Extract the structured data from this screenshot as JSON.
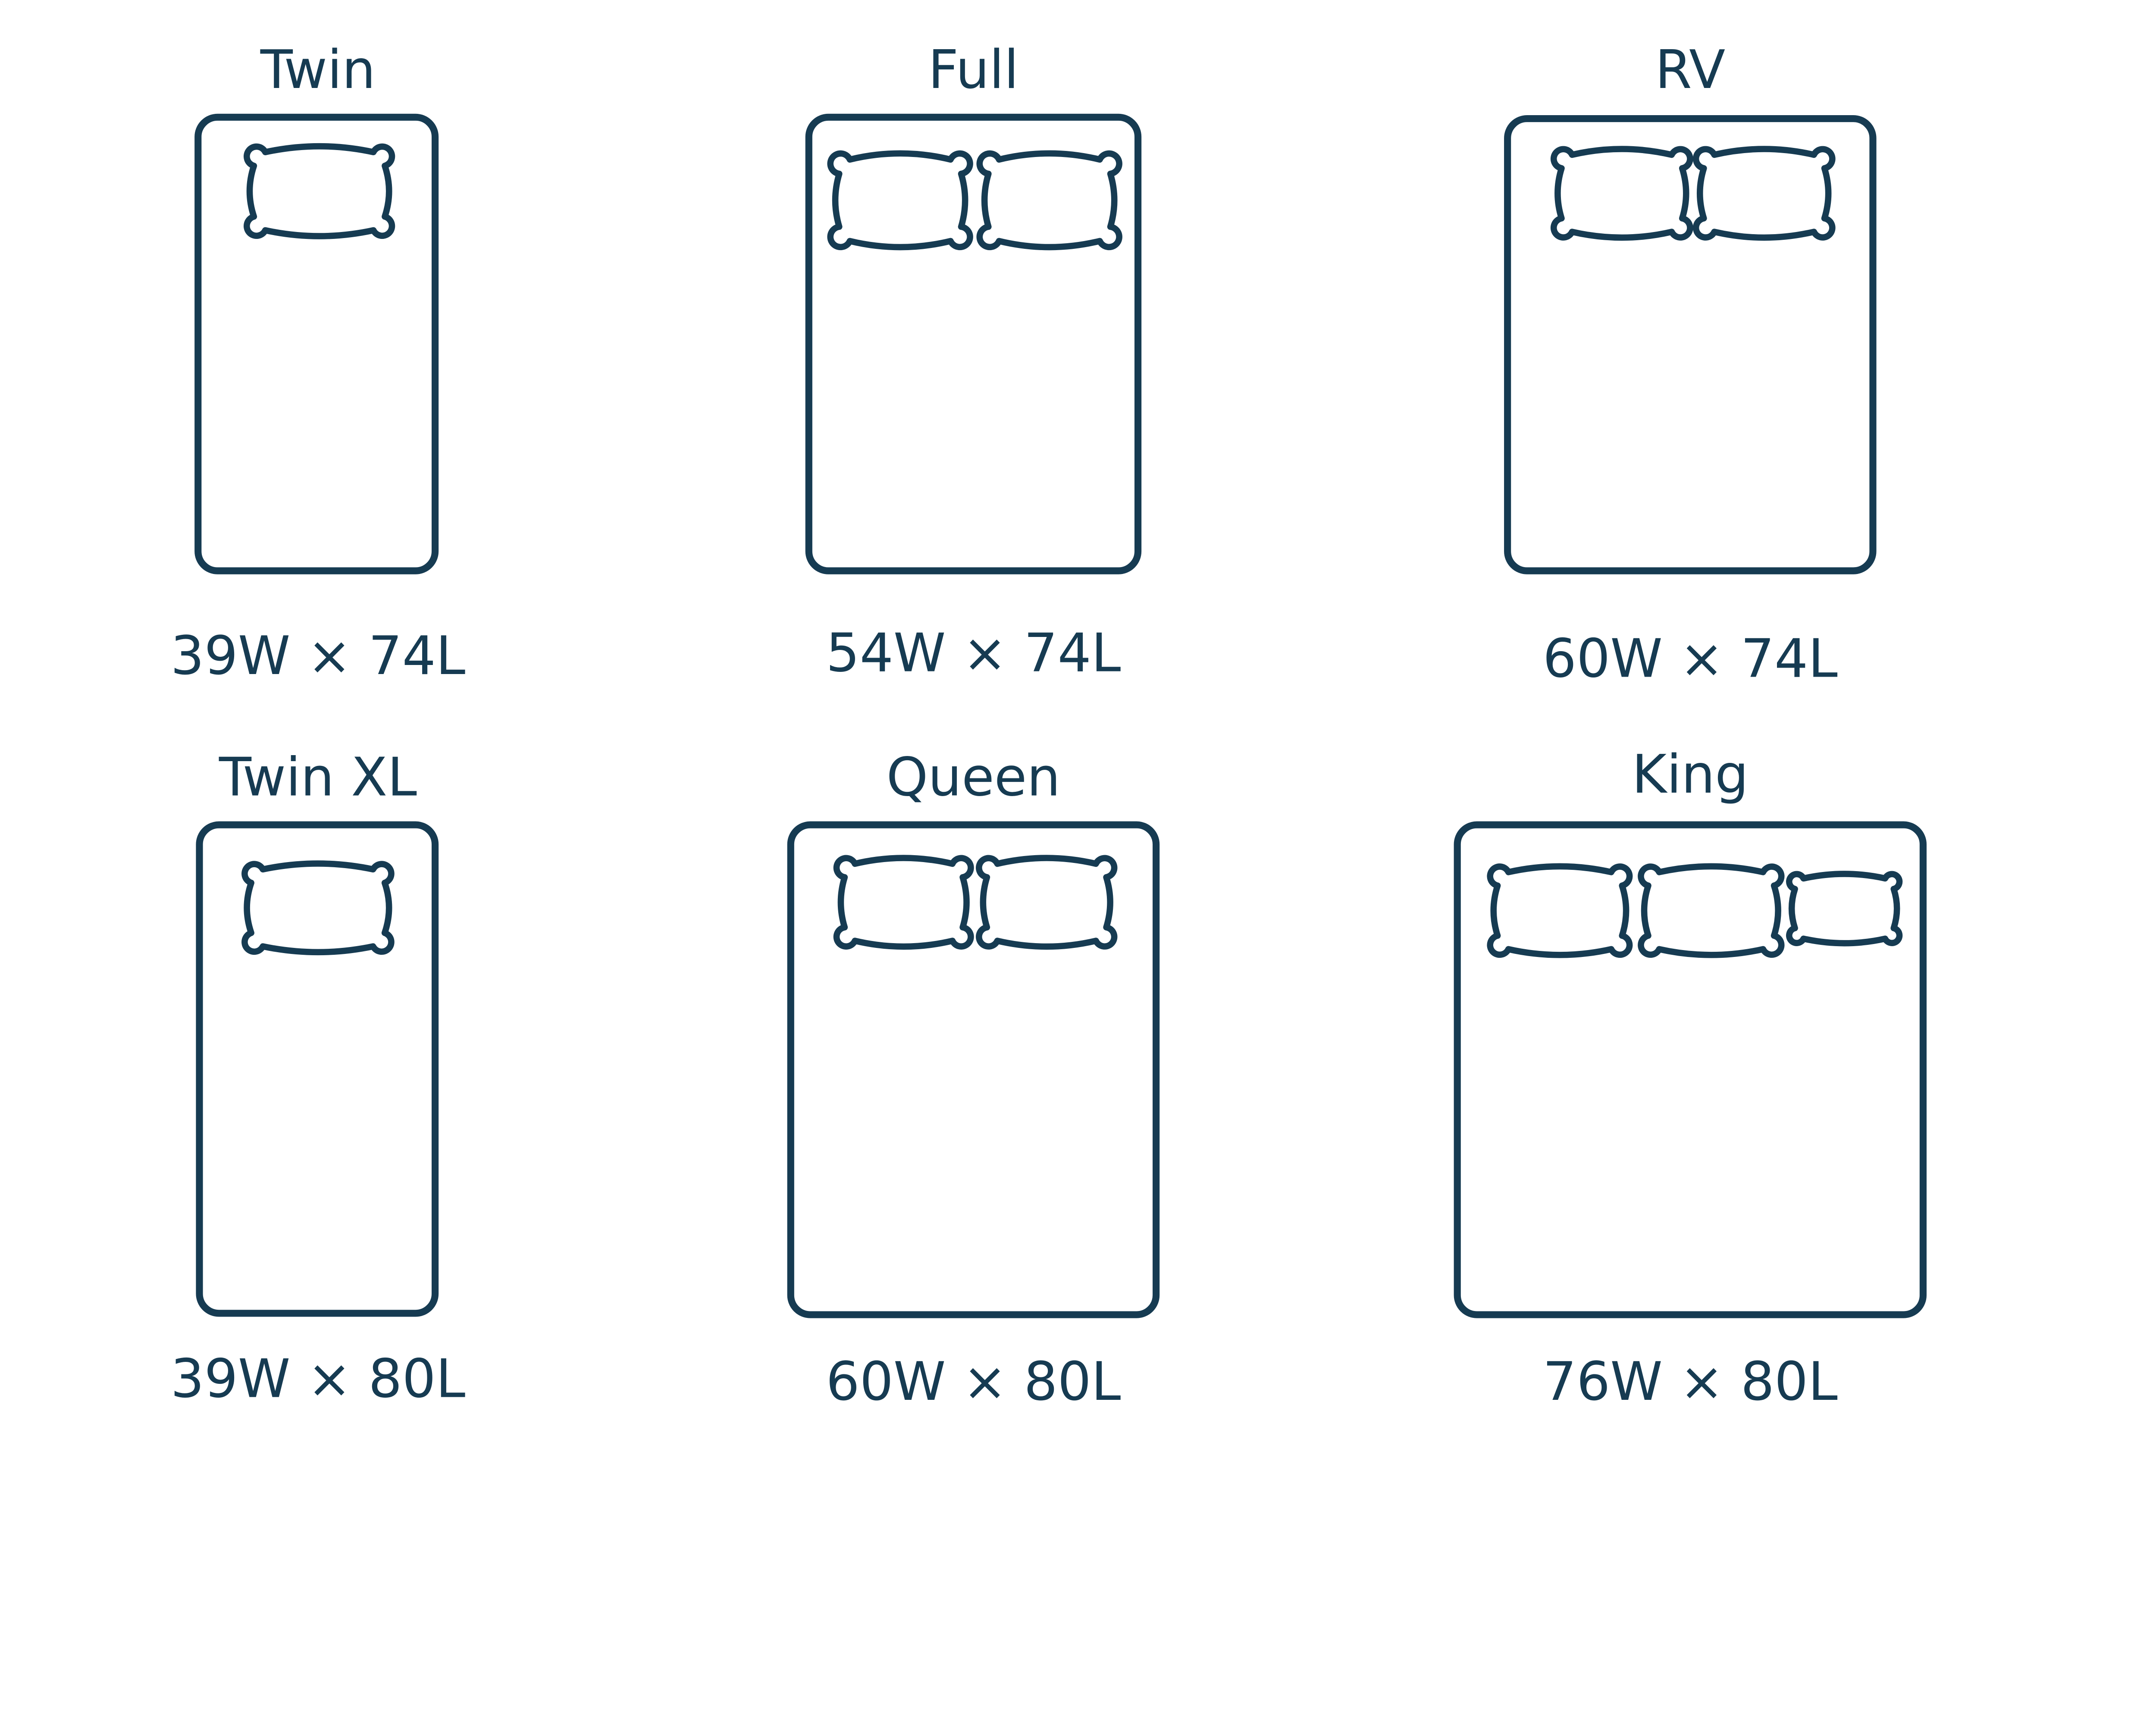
{
  "colors": {
    "stroke": "#163b52",
    "background": "#ffffff"
  },
  "beds": [
    {
      "name": "Twin",
      "dimensions": "39W × 74L",
      "pillows": 1
    },
    {
      "name": "Full",
      "dimensions": "54W × 74L",
      "pillows": 2
    },
    {
      "name": "RV",
      "dimensions": "60W × 74L",
      "pillows": 2
    },
    {
      "name": "Twin XL",
      "dimensions": "39W × 80L",
      "pillows": 1
    },
    {
      "name": "Queen",
      "dimensions": "60W × 80L",
      "pillows": 2
    },
    {
      "name": "King",
      "dimensions": "76W × 80L",
      "pillows": 3
    }
  ]
}
